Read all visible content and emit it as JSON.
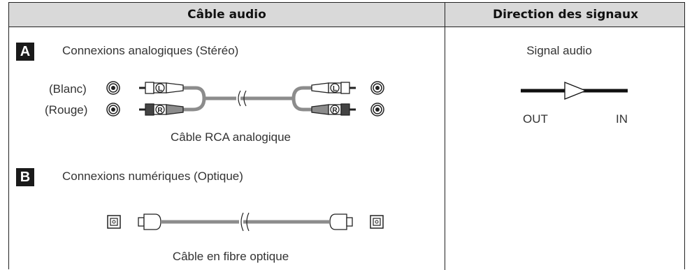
{
  "header": {
    "col1_title": "Câble audio",
    "col2_title": "Direction des signaux"
  },
  "section_a": {
    "badge": "A",
    "title": "Connexions analogiques (Stéréo)",
    "label_white": "(Blanc)",
    "label_red": "(Rouge)",
    "plug_left_mark": "L",
    "plug_right_mark": "R",
    "caption": "Câble RCA analogique"
  },
  "section_b": {
    "badge": "B",
    "title": "Connexions numériques (Optique)",
    "caption": "Câble en fibre optique"
  },
  "signal": {
    "title": "Signal audio",
    "out_label": "OUT",
    "in_label": "IN"
  },
  "colors": {
    "header_bg": "#d9d9d9",
    "cable_gray": "#8c8c8c",
    "badge_bg": "#1a1a1a"
  }
}
